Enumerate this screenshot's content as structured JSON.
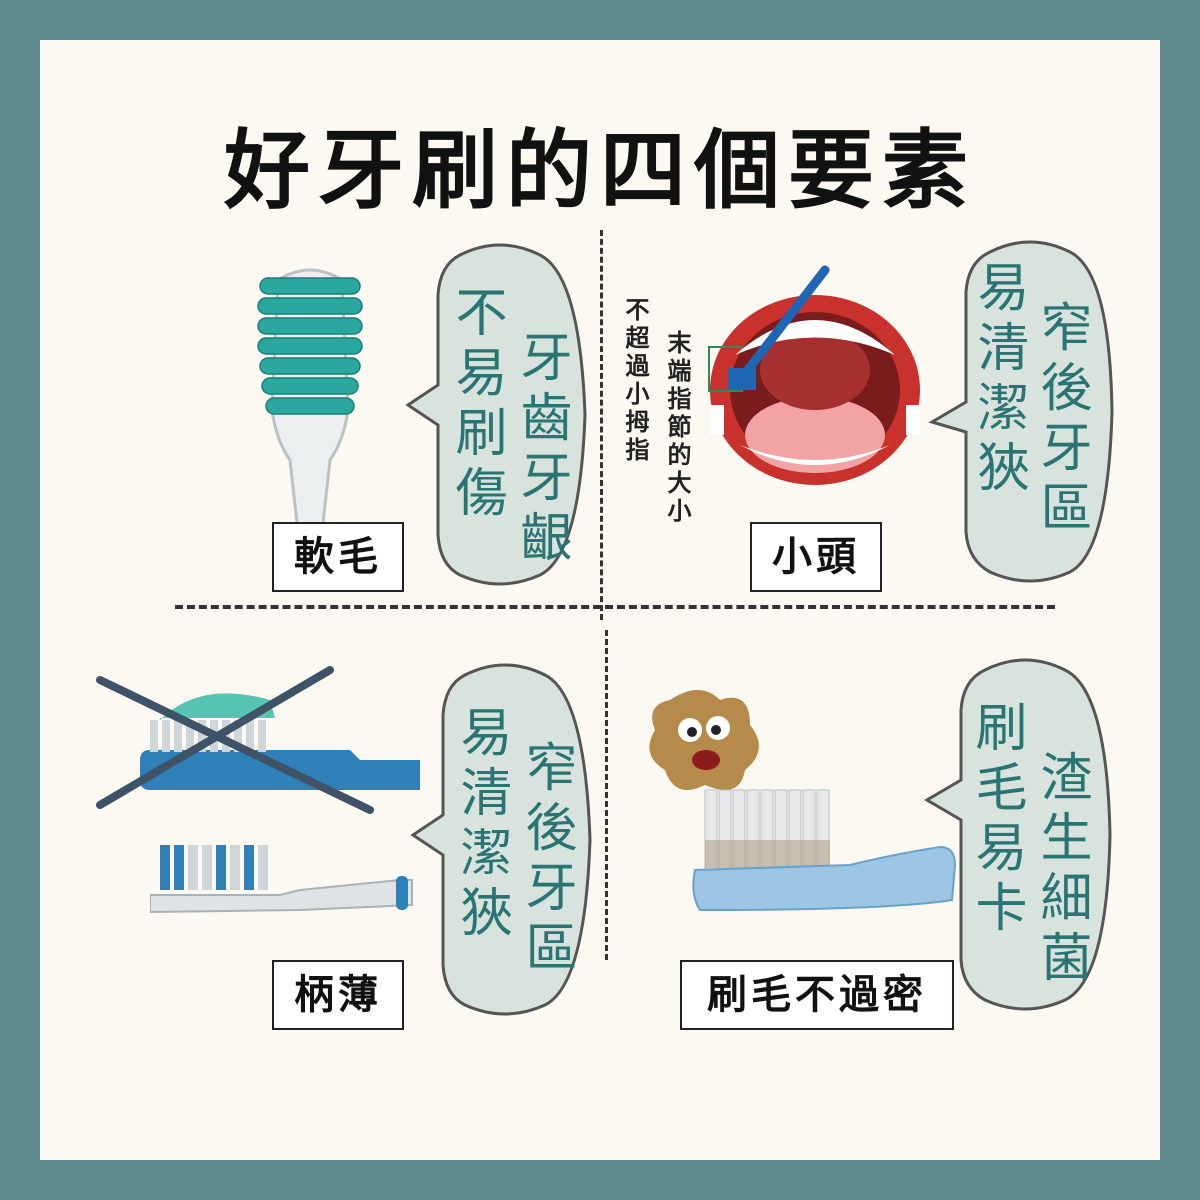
{
  "title": "好牙刷的四個要素",
  "quadrants": {
    "soft": {
      "label": "軟毛",
      "bubble_col1": "牙齒牙齦",
      "bubble_col2": "不易刷傷"
    },
    "small_head": {
      "label": "小頭",
      "bubble_col1": "窄後牙區",
      "bubble_col2": "易清潔狹",
      "note_col1": "末端指節的大小",
      "note_col2": "不超過小拇指"
    },
    "thin_handle": {
      "label": "柄薄",
      "bubble_col1": "窄後牙區",
      "bubble_col2": "易清潔狹"
    },
    "not_dense": {
      "label": "刷毛不過密",
      "bubble_col1": "渣生細菌",
      "bubble_col2": "刷毛易卡"
    }
  },
  "colors": {
    "frame": "#5f8a90",
    "card": "#fbf9f2",
    "bubble_fill": "#d7e3dc",
    "bubble_text": "#2a7474",
    "teal_brush": "#2aa8a0",
    "blue_brush": "#2f7fb8"
  }
}
